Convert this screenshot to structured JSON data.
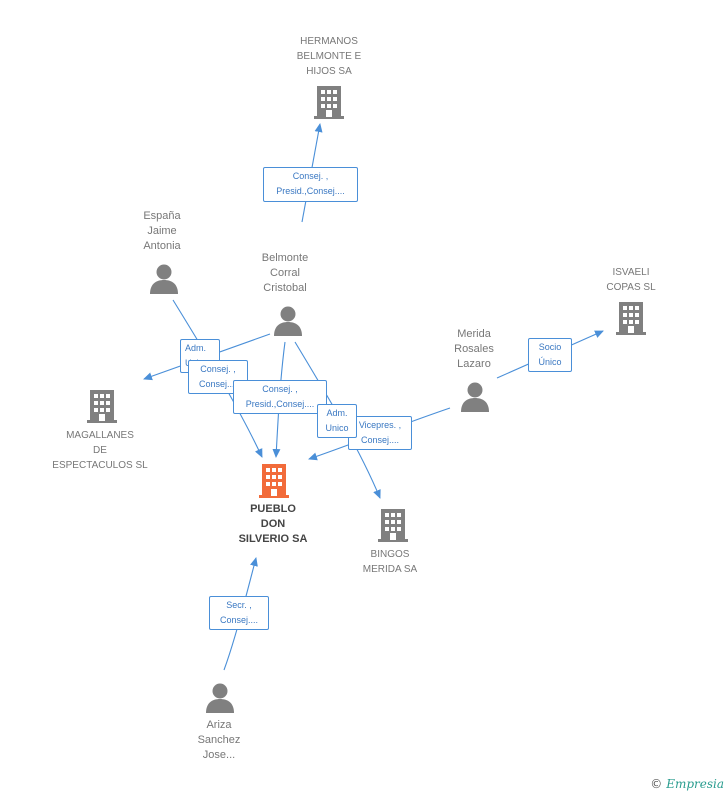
{
  "colors": {
    "edge": "#4a8fd8",
    "person": "#808080",
    "company": "#808080",
    "main_company": "#f26b3a"
  },
  "nodes": {
    "hermanos": {
      "label": "HERMANOS\nBELMONTE E\nHIJOS SA",
      "type": "company"
    },
    "espana": {
      "label": "España\nJaime\nAntonia",
      "type": "person"
    },
    "belmonte": {
      "label": "Belmonte\nCorral\nCristobal",
      "type": "person"
    },
    "isvaeli": {
      "label": "ISVAELI\nCOPAS SL",
      "type": "company"
    },
    "merida": {
      "label": "Merida\nRosales\nLazaro",
      "type": "person"
    },
    "magallanes": {
      "label": "MAGALLANES\nDE\nESPECTACULOS SL",
      "type": "company"
    },
    "pueblo": {
      "label": "PUEBLO\nDON\nSILVERIO SA",
      "type": "main_company"
    },
    "bingos": {
      "label": "BINGOS\nMERIDA SA",
      "type": "company"
    },
    "ariza": {
      "label": "Ariza\nSanchez\nJose...",
      "type": "person"
    }
  },
  "edge_labels": {
    "belmonte_hermanos": "Consej. ,\nPresid.,Consej....",
    "espana_magallanes": "Adm.\nUnico",
    "espana_pueblo": "Consej. ,\nConsej....",
    "belmonte_pueblo": "Consej. ,\nPresid.,Consej....",
    "belmonte_bingos": "Adm.\nUnico",
    "merida_pueblo": "Vicepres. ,\nConsej....",
    "merida_isvaeli": "Socio\nÚnico",
    "ariza_pueblo": "Secr. ,\nConsej...."
  },
  "brand": {
    "copyright": "©",
    "name": "Empresia"
  }
}
